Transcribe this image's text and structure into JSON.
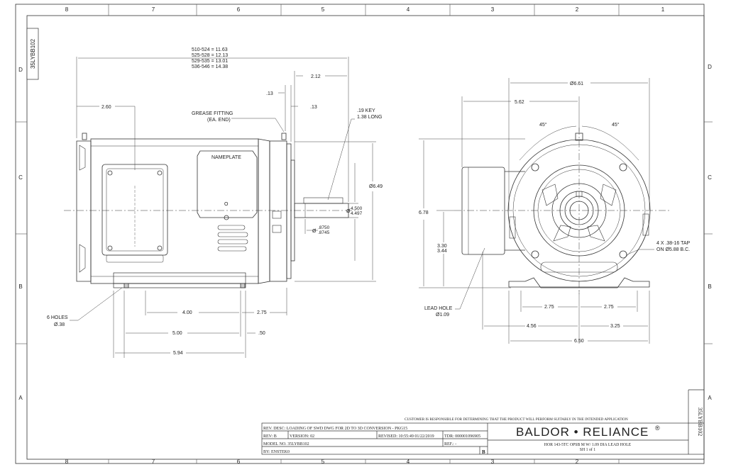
{
  "zone_columns": [
    "8",
    "7",
    "6",
    "5",
    "4",
    "3",
    "2",
    "1"
  ],
  "zone_rows": [
    "D",
    "C",
    "B",
    "A"
  ],
  "side_label": "35LYBB102",
  "left_view": {
    "length_note": [
      "510-524 = 11.63",
      "525-528 = 12.13",
      "529-535 = 13.01",
      "536-546 = 14.38"
    ],
    "dim_2_12": "2.12",
    "dim_13_a": ".13",
    "dim_13_b": ".13",
    "dim_2_60": "2.60",
    "grease_fitting": "GREASE FITTING",
    "grease_each": "(EA. END)",
    "key_1": ".19 KEY",
    "key_2": "1.38 LONG",
    "nameplate": "NAMEPLATE",
    "nameplate_o": "O",
    "dia_6_49": "Ø6.49",
    "shaft_1": "4.500",
    "shaft_2": "4.497",
    "shaft_sym": "Ø",
    "bore_1": ".8750",
    "bore_2": ".8745",
    "bore_sym": "Ø",
    "holes_1": "6 HOLES",
    "holes_2": "Ø.38",
    "dim_4_00": "4.00",
    "dim_2_75": "2.75",
    "dim_5_00": "5.00",
    "dim_50": ".50",
    "dim_5_94": "5.94"
  },
  "right_view": {
    "dia_6_61": "Ø6.61",
    "dim_5_62": "5.62",
    "ang_1": "45°",
    "ang_2": "45°",
    "dim_6_78": "6.78",
    "dim_330": "3.30",
    "dim_344": "3.44",
    "lead_1": "LEAD HOLE",
    "lead_2": "Ø1.09",
    "tap_1": "4 X .38-16 TAP",
    "tap_2": "ON Ø5.88 B.C.",
    "dim_275a": "2.75",
    "dim_275b": "2.75",
    "dim_456": "4.56",
    "dim_325": "3.25",
    "dim_650": "6.50"
  },
  "title_block": {
    "disclaimer": "CUSTOMER IS RESPONSIBLE FOR DETERMINING THAT THE PRODUCT WILL PERFORM SUITABLY IN THE INTENDED APPLICATION",
    "rev_desc": "REV. DESC: LOADING OF SWD DWG FOR 2D TO 3D CONVERSION - PKG15",
    "rev": "REV:  B",
    "version": "VERSION:  02",
    "revised": "REVISED:  10:55:49 01/22/2019",
    "tdr": "TDR:  000001096905",
    "model": "MODEL NO.  35LYBB102",
    "ref": "REF.:  -",
    "by": "BY: ENSTEK0",
    "sheet_letter": "B",
    "brand": "BALDOR • RELIANCE",
    "brand_mark": "®",
    "desc": "HOR 143-5TC OPSB M W/ 1.09 DIA LEAD HOLE",
    "sheet": "SH 1 of 1",
    "stamp": "35LYBB102"
  }
}
